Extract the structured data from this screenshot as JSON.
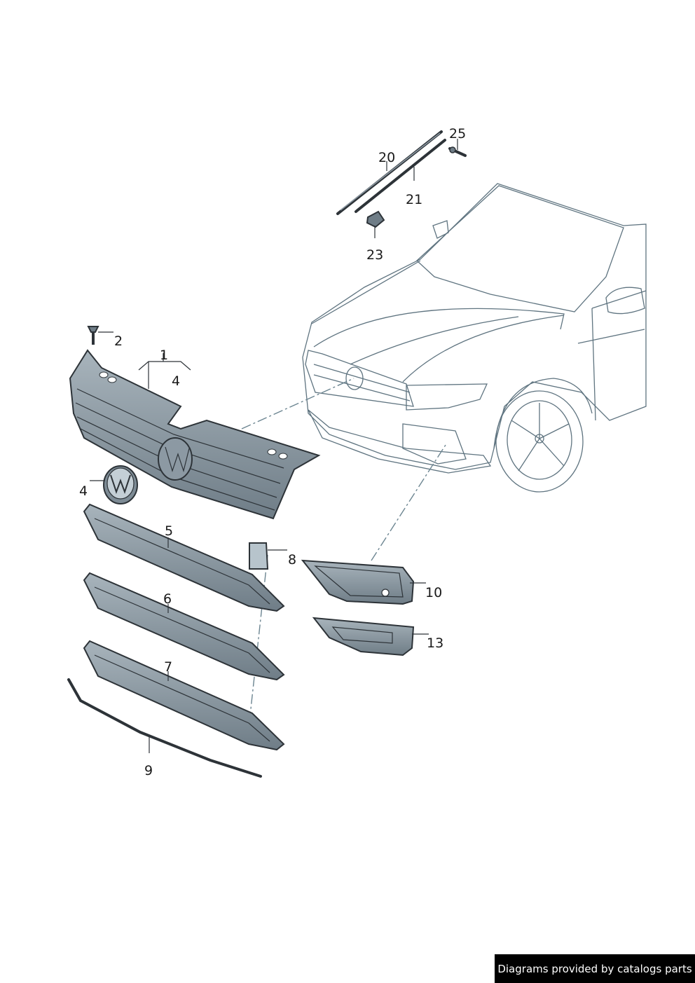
{
  "callouts": {
    "c1": "1",
    "c2": "2",
    "c4a": "4",
    "c4b": "4",
    "c5": "5",
    "c6": "6",
    "c7": "7",
    "c8": "8",
    "c9": "9",
    "c10": "10",
    "c13": "13",
    "c20": "20",
    "c21": "21",
    "c23": "23",
    "c25": "25"
  },
  "footer": {
    "credit": "Diagrams provided by catalogs parts"
  },
  "colors": {
    "part_fill": "#8c99a3",
    "part_fill_light": "#b7c4cc",
    "car_body": "#dfe7ec",
    "glass": "#a9bcc6",
    "leader": "#2d3338",
    "banner": "#000000"
  }
}
